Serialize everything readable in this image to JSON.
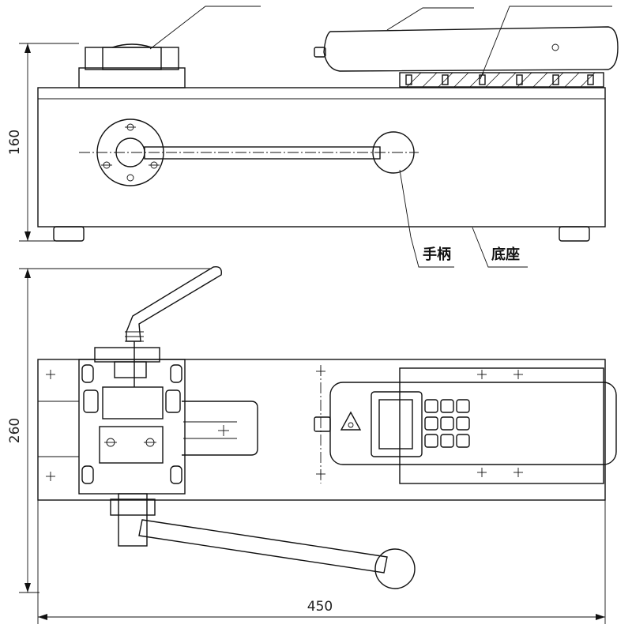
{
  "dimensions": {
    "side_height": "160",
    "top_depth": "260",
    "total_width": "450"
  },
  "labels": {
    "handle": "手柄",
    "base": "底座"
  }
}
